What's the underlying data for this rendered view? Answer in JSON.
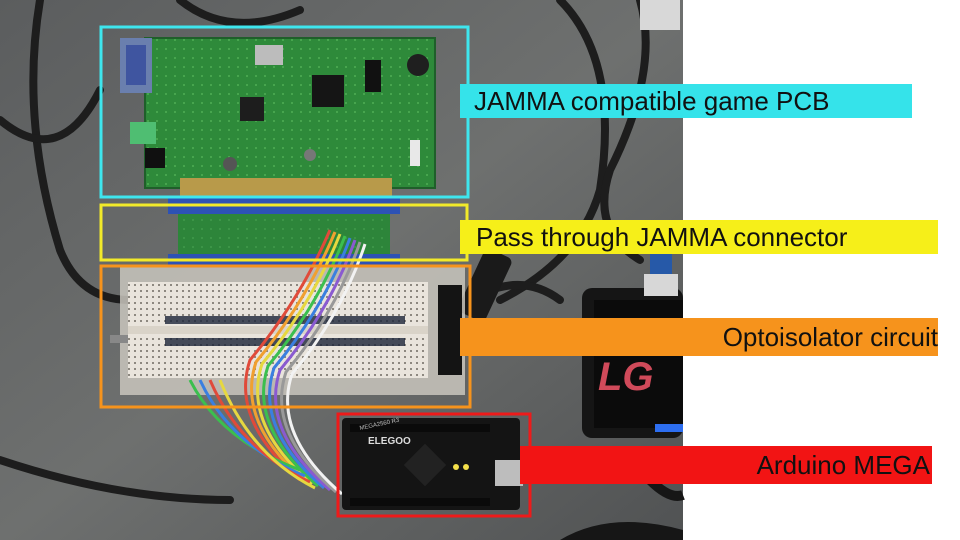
{
  "annotations": [
    {
      "id": "pcb",
      "text": "JAMMA compatible game PCB",
      "box_color": "#3ee6ee",
      "label_bg": "#35e3ea"
    },
    {
      "id": "connector",
      "text": "Pass through JAMMA connector",
      "box_color": "#f2ea2a",
      "label_bg": "#f6ef19"
    },
    {
      "id": "optoisolator",
      "text": "Optoisolator circuit",
      "box_color": "#f6931c",
      "label_bg": "#f6931c"
    },
    {
      "id": "arduino",
      "text": "Arduino MEGA",
      "box_color": "#ee1a1a",
      "label_bg": "#f21414"
    }
  ],
  "board_markings": {
    "arduino_brand": "ELEGOO",
    "arduino_model": "MEGA2560 R3",
    "monitor_text": "LG"
  }
}
